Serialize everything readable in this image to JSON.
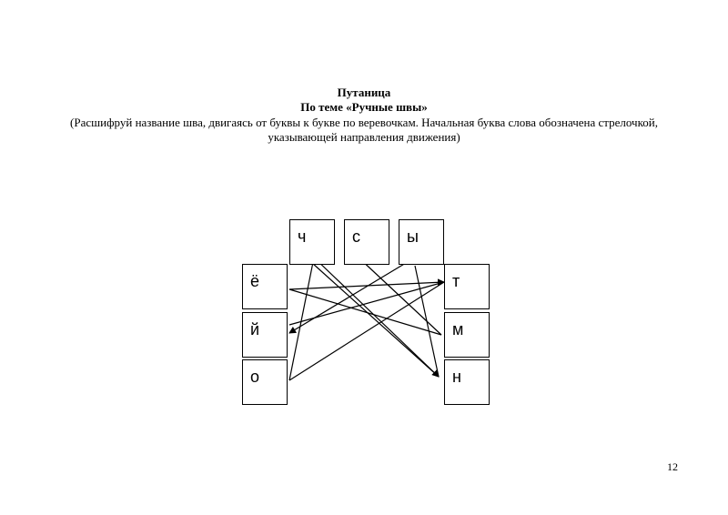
{
  "heading": {
    "title": "Путаница",
    "subtitle": "По теме «Ручные швы»",
    "instructions_line1": "(Расшифруй название шва, двигаясь от буквы к букве по веревочкам. Начальная буква слова обозначена стрелочкой,",
    "instructions_line2": "указывающей направления движения)"
  },
  "letters": {
    "top_1": "ч",
    "top_2": "с",
    "top_3": "ы",
    "left_1": "ё",
    "left_2": "й",
    "left_3": "о",
    "right_1": "т",
    "right_2": "м",
    "right_3": "н"
  },
  "page_number": "12"
}
